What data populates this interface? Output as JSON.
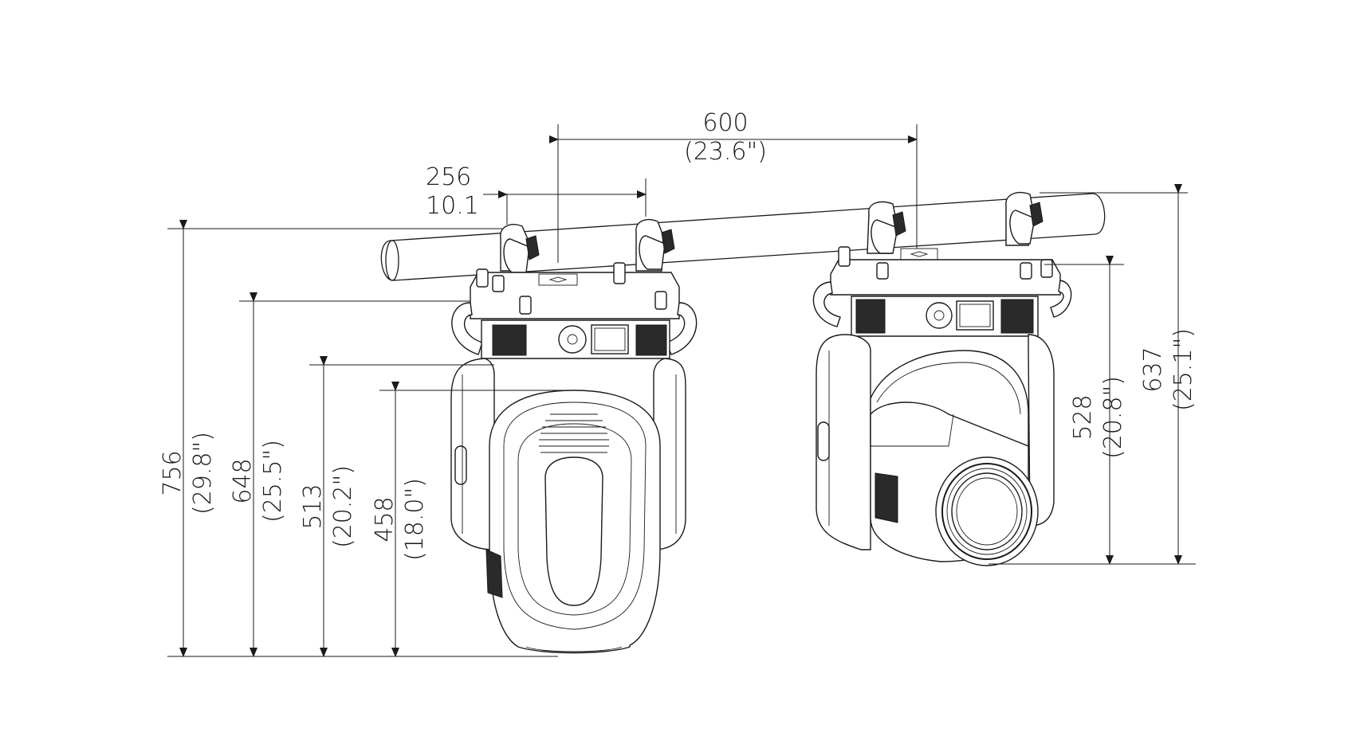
{
  "dimensions": {
    "bracket_spacing": {
      "value": "256",
      "imperial": "10.1"
    },
    "fixture_spacing": {
      "value": "600",
      "imperial": "(23.6\")"
    },
    "total_height": {
      "value": "756",
      "imperial": "(29.8\")"
    },
    "height_to_yoke": {
      "value": "648",
      "imperial": "(25.5\")"
    },
    "height_to_head_top": {
      "value": "513",
      "imperial": "(20.2\")"
    },
    "height_to_head": {
      "value": "458",
      "imperial": "(18.0\")"
    },
    "side_base_height": {
      "value": "528",
      "imperial": "(20.8\")"
    },
    "side_total_height": {
      "value": "637",
      "imperial": "(25.1\")"
    }
  },
  "colors": {
    "line": "#1a1a1a",
    "background": "#ffffff"
  }
}
